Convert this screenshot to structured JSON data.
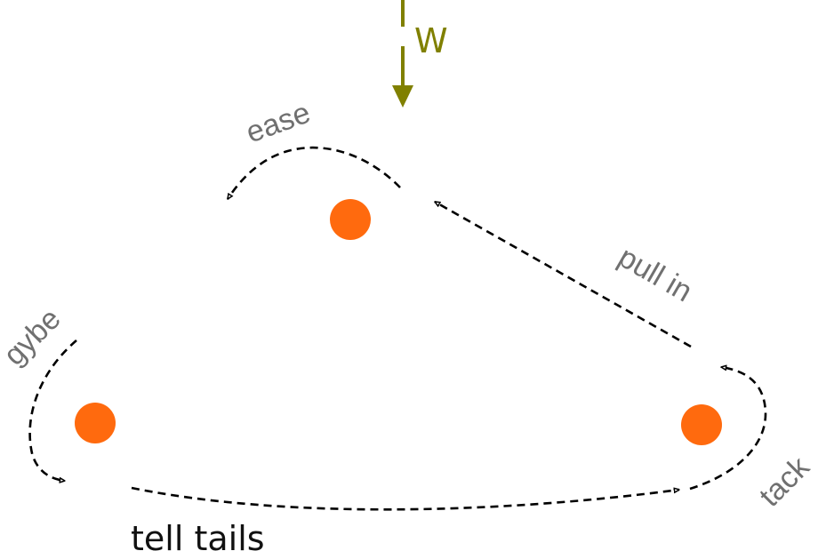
{
  "wind": {
    "label": "W",
    "color": "#808000"
  },
  "buoys": {
    "color": "#ff6a0e",
    "count": 3
  },
  "maneuvers": {
    "ease": "ease",
    "pull_in": "pull in",
    "gybe": "gybe",
    "tack": "tack"
  },
  "caption": "tell tails",
  "colors": {
    "label_gray": "#707070",
    "path": "#000000"
  }
}
